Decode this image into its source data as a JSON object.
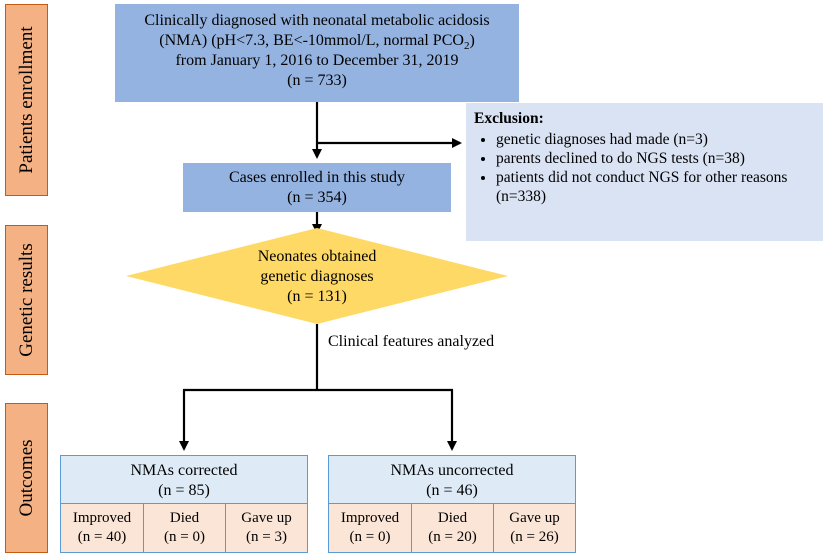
{
  "sidebars": [
    {
      "label": "Patients enrollment"
    },
    {
      "label": "Genetic results"
    },
    {
      "label": "Outcomes"
    }
  ],
  "top_box": {
    "line1": "Clinically diagnosed with neonatal metabolic acidosis",
    "line2_pre": "(NMA) (pH<7.3, BE<-10mmol/L, normal PCO",
    "line2_sub": "2",
    "line2_post": ")",
    "line3": "from January 1, 2016 to December 31, 2019",
    "line4": "(n = 733)"
  },
  "enrolled_box": {
    "line1": "Cases enrolled in this study",
    "line2": "(n = 354)"
  },
  "exclusion": {
    "title": "Exclusion:",
    "items": [
      "genetic diagnoses had made (n=3)",
      "parents declined to do NGS tests (n=38)",
      "patients did not conduct NGS for other reasons (n=338)"
    ]
  },
  "diamond": {
    "line1": "Neonates obtained",
    "line2": "genetic diagnoses",
    "line3": "(n = 131)"
  },
  "edge_label": "Clinical features analyzed",
  "outcomes": [
    {
      "title": "NMAs corrected",
      "n": "(n = 85)",
      "cells": [
        {
          "label": "Improved",
          "n": "(n = 40)"
        },
        {
          "label": "Died",
          "n": "(n = 0)"
        },
        {
          "label": "Gave up",
          "n": "(n = 3)"
        }
      ]
    },
    {
      "title": "NMAs uncorrected",
      "n": "(n = 46)",
      "cells": [
        {
          "label": "Improved",
          "n": "(n = 0)"
        },
        {
          "label": "Died",
          "n": "(n = 20)"
        },
        {
          "label": "Gave up",
          "n": "(n = 26)"
        }
      ]
    }
  ],
  "colors": {
    "sidebar_fill": "#f4b183",
    "top_box_fill": "#95b3e0",
    "exclusion_fill": "#dae3f3",
    "diamond_fill": "#ffd966",
    "outcome_fill": "#deebf7",
    "cell_fill": "#fbe5d6"
  }
}
